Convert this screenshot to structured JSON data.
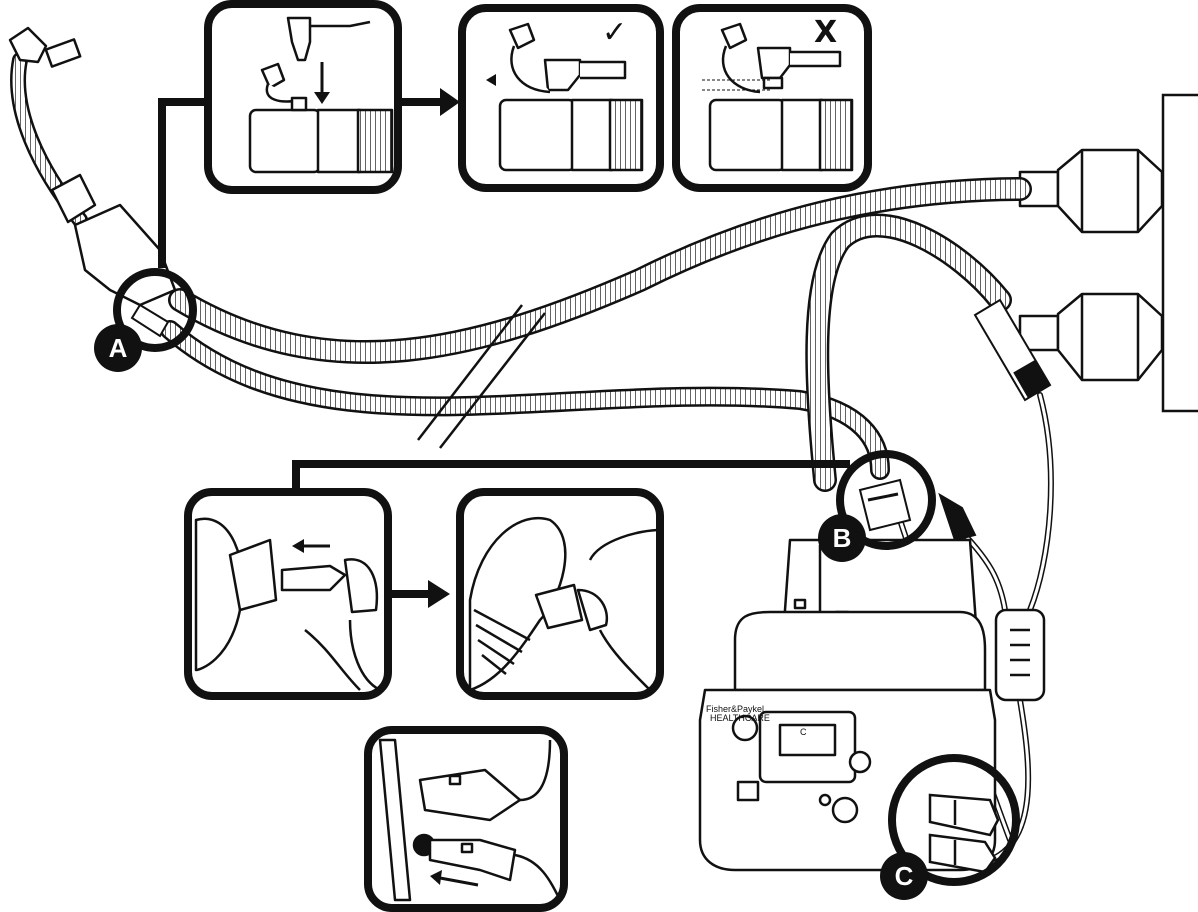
{
  "callouts": {
    "a": "A",
    "b": "B",
    "c": "C"
  },
  "marks": {
    "correct": "✓",
    "incorrect": "X"
  },
  "device": {
    "brand_line1": "Fisher&Paykel",
    "brand_line2": "HEALTHCARE",
    "display_label": "C"
  },
  "colors": {
    "line": "#111111",
    "background": "#ffffff",
    "callout_fill": "#111111"
  }
}
